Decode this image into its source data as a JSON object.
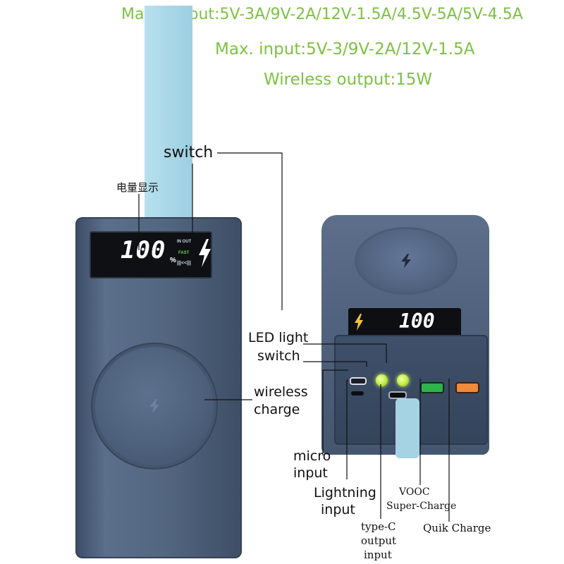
{
  "specs": {
    "max_output": "Max. output:5V-3A/9V-2A/12V-1.5A/4.5V-5A/5V-4.5A",
    "max_input": "Max. input:5V-3/9V-2A/12V-1.5A",
    "wireless_output": "Wireless output:15W"
  },
  "front_unit": {
    "display_reading": "100",
    "display_unit": "%",
    "display_in_out": "IN OUT",
    "display_fast": "FAST",
    "display_bars": "|||<<|||",
    "bolt_icon": "lightning-bolt-icon"
  },
  "back_unit": {
    "display_reading": "100",
    "wireless_icon": "charging-bolt-icon"
  },
  "labels": {
    "switch": "switch",
    "battery_display": "电量显示",
    "led_light": "LED light",
    "switch_2": "switch",
    "wireless_1": "wireless",
    "wireless_2": "charge",
    "micro_1": "micro",
    "micro_2": "input",
    "lightning_1": "Lightning",
    "lightning_2": "input",
    "vooc_1": "VOOC",
    "vooc_2": "Super-Charge",
    "typec_1": "type-C",
    "typec_2": "output",
    "typec_3": "input",
    "quick_charge": "Quik Charge"
  },
  "colors": {
    "spec_text": "#7dc142",
    "body": "#53667f",
    "led": "#c4ef45",
    "port_vooc": "#2fb34c",
    "port_quick": "#f08a3a"
  }
}
